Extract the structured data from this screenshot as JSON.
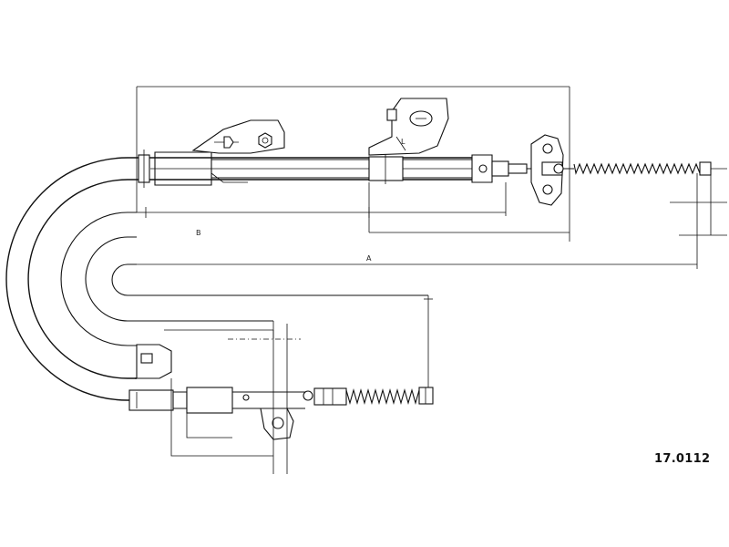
{
  "part_number": "17.0112",
  "dimensions": {
    "a": "A",
    "b": "B",
    "l": "L"
  }
}
